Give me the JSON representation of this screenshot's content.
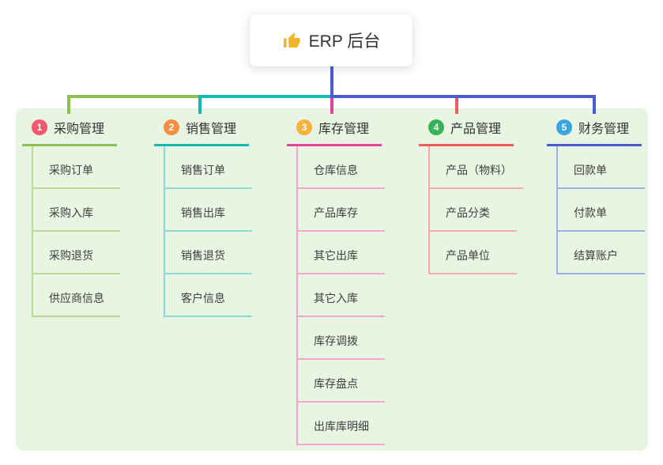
{
  "root": {
    "title": "ERP 后台",
    "icon": "thumbs-up-icon",
    "icon_color": "#f0b429"
  },
  "canvas": {
    "panel_bg": "#e8f5e3",
    "root_connector_color": "#4a5cd0"
  },
  "branches": [
    {
      "badge": "1",
      "label": "采购管理",
      "badge_color": "#f1596d",
      "line_color": "#8cc152",
      "child_line_color": "#b9dc92",
      "children": [
        "采购订单",
        "采购入库",
        "采购退货",
        "供应商信息"
      ]
    },
    {
      "badge": "2",
      "label": "销售管理",
      "badge_color": "#f78e45",
      "line_color": "#14bab2",
      "child_line_color": "#8cdad4",
      "children": [
        "销售订单",
        "销售出库",
        "销售退货",
        "客户信息"
      ]
    },
    {
      "badge": "3",
      "label": "库存管理",
      "badge_color": "#f9b03c",
      "line_color": "#e5439b",
      "child_line_color": "#f3a6ce",
      "children": [
        "仓库信息",
        "产品库存",
        "其它出库",
        "其它入库",
        "库存调拨",
        "库存盘点",
        "出库库明细"
      ]
    },
    {
      "badge": "4",
      "label": "产品管理",
      "badge_color": "#38b254",
      "line_color": "#f25b5b",
      "child_line_color": "#f7a8a8",
      "children": [
        "产品（物料）",
        "产品分类",
        "产品单位"
      ]
    },
    {
      "badge": "5",
      "label": "财务管理",
      "badge_color": "#3aa5de",
      "line_color": "#4a5cd0",
      "child_line_color": "#9fb0e8",
      "children": [
        "回款单",
        "付款单",
        "结算账户"
      ]
    }
  ]
}
